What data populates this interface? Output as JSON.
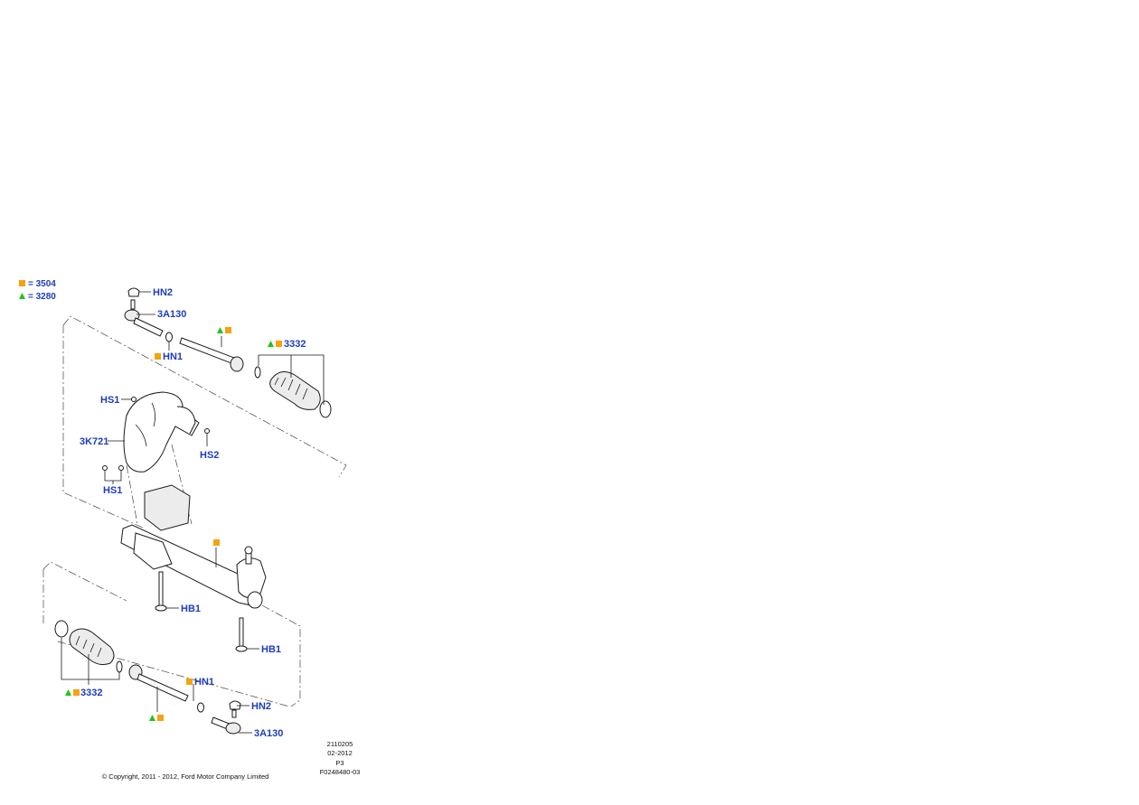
{
  "colors": {
    "label": "#1e3cbe",
    "square_marker": "#f5a20e",
    "triangle_marker": "#22c31a",
    "line": "#1a1a1a"
  },
  "legend": [
    {
      "marker": "square",
      "text": "= 3504"
    },
    {
      "marker": "triangle",
      "text": "= 3280"
    }
  ],
  "callouts": {
    "hn2_top": "HN2",
    "a130_top": "3A130",
    "hn1_top": "HN1",
    "c3332_top": "3332",
    "hs1_top": "HS1",
    "k721": "3K721",
    "hs2": "HS2",
    "hs1_bottom": "HS1",
    "hb1_left": "HB1",
    "hb1_right": "HB1",
    "c3332_bottom": "3332",
    "hn1_bottom": "HN1",
    "hn2_bottom": "HN2",
    "a130_bottom": "3A130"
  },
  "meta": {
    "code": "2110205",
    "date": "02-2012",
    "page": "P3",
    "figure": "F0248480-03",
    "copyright": "© Copyright, 2011 - 2012, Ford Motor Company Limited"
  }
}
